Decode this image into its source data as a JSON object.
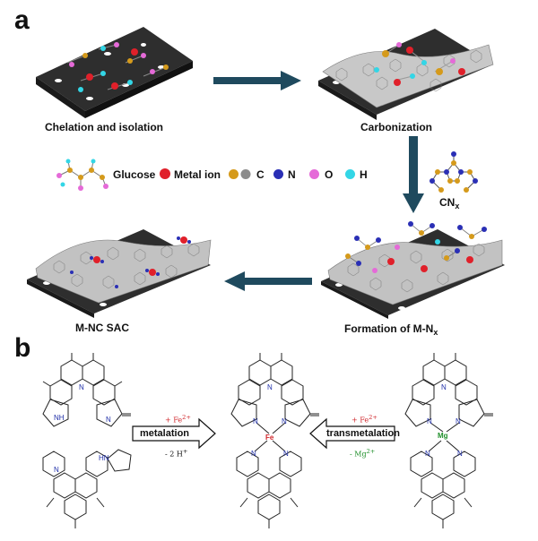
{
  "panel_a": {
    "letter": "a",
    "captions": {
      "chelation": "Chelation and isolation",
      "carbonization": "Carbonization",
      "msac": "M-NC SAC",
      "formation": "Formation of M-N",
      "formation_sub": "x"
    },
    "legend": {
      "glucose": "Glucose",
      "metal_ion": "Metal ion",
      "c": "C",
      "n": "N",
      "o": "O",
      "h": "H",
      "cnx": "CN",
      "cnx_sub": "x"
    },
    "colors": {
      "arrow": "#1f4a5e",
      "metal": "#e0202a",
      "carbon": "#d59a1b",
      "nitrogen": "#2a2fb5",
      "oxygen": "#e56ad8",
      "hydrogen": "#33d6e6",
      "substrate": "#2e2e2e",
      "graphene": "#9a9a9a"
    }
  },
  "panel_b": {
    "letter": "b",
    "metalation": {
      "label": "metalation",
      "reagent_top": "+ Fe",
      "reagent_top_sup": "2+",
      "reagent_bottom": "- 2 H",
      "reagent_bottom_sup": "+"
    },
    "transmetalation": {
      "label": "transmetalation",
      "reagent_top": "+ Fe",
      "reagent_top_sup": "2+",
      "reagent_bottom": "- Mg",
      "reagent_bottom_sup": "2+"
    },
    "atoms": {
      "n": "N",
      "nh": "NH",
      "hn": "HN",
      "fe": "Fe",
      "mg": "Mg"
    },
    "colors": {
      "fe_plus": "#d0262b",
      "mg_minus": "#1f8f2a",
      "n_atom": "#1f2fa8"
    }
  }
}
